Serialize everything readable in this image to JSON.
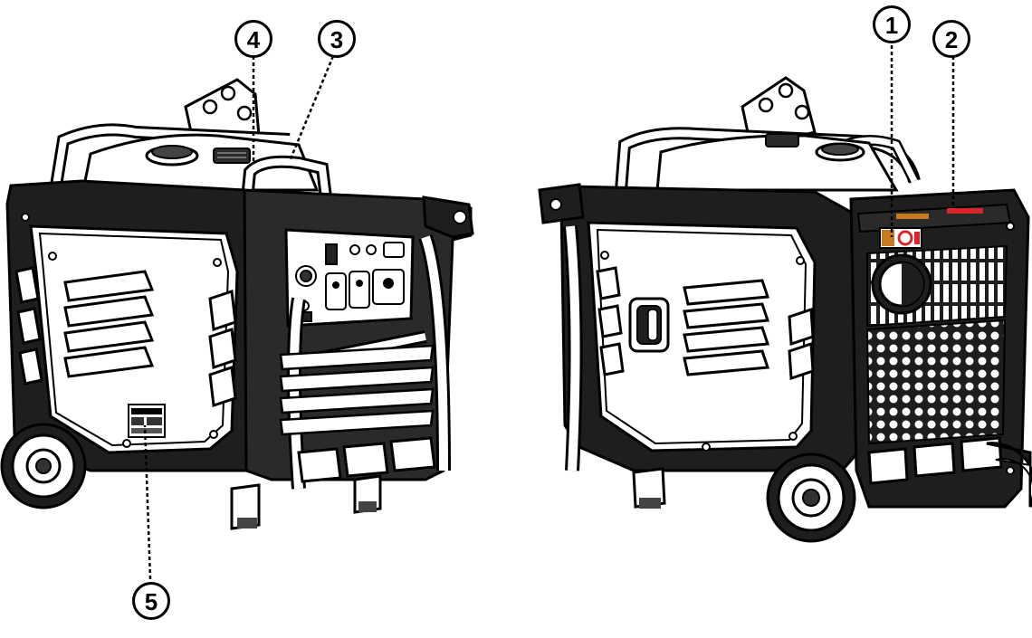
{
  "colors": {
    "ink": "#000000",
    "dark": "#1e1e1e",
    "mid": "#3a3a3a",
    "light": "#ffffff",
    "warning_label": "#c77a1f",
    "warning_red": "#d8262a"
  },
  "callouts": [
    {
      "id": "callout-1",
      "label": "1"
    },
    {
      "id": "callout-2",
      "label": "2"
    },
    {
      "id": "callout-3",
      "label": "3"
    },
    {
      "id": "callout-4",
      "label": "4"
    },
    {
      "id": "callout-5",
      "label": "5"
    }
  ],
  "views": [
    {
      "id": "generator-left-view",
      "orientation": "control-panel-side"
    },
    {
      "id": "generator-right-view",
      "orientation": "exhaust-side"
    }
  ]
}
